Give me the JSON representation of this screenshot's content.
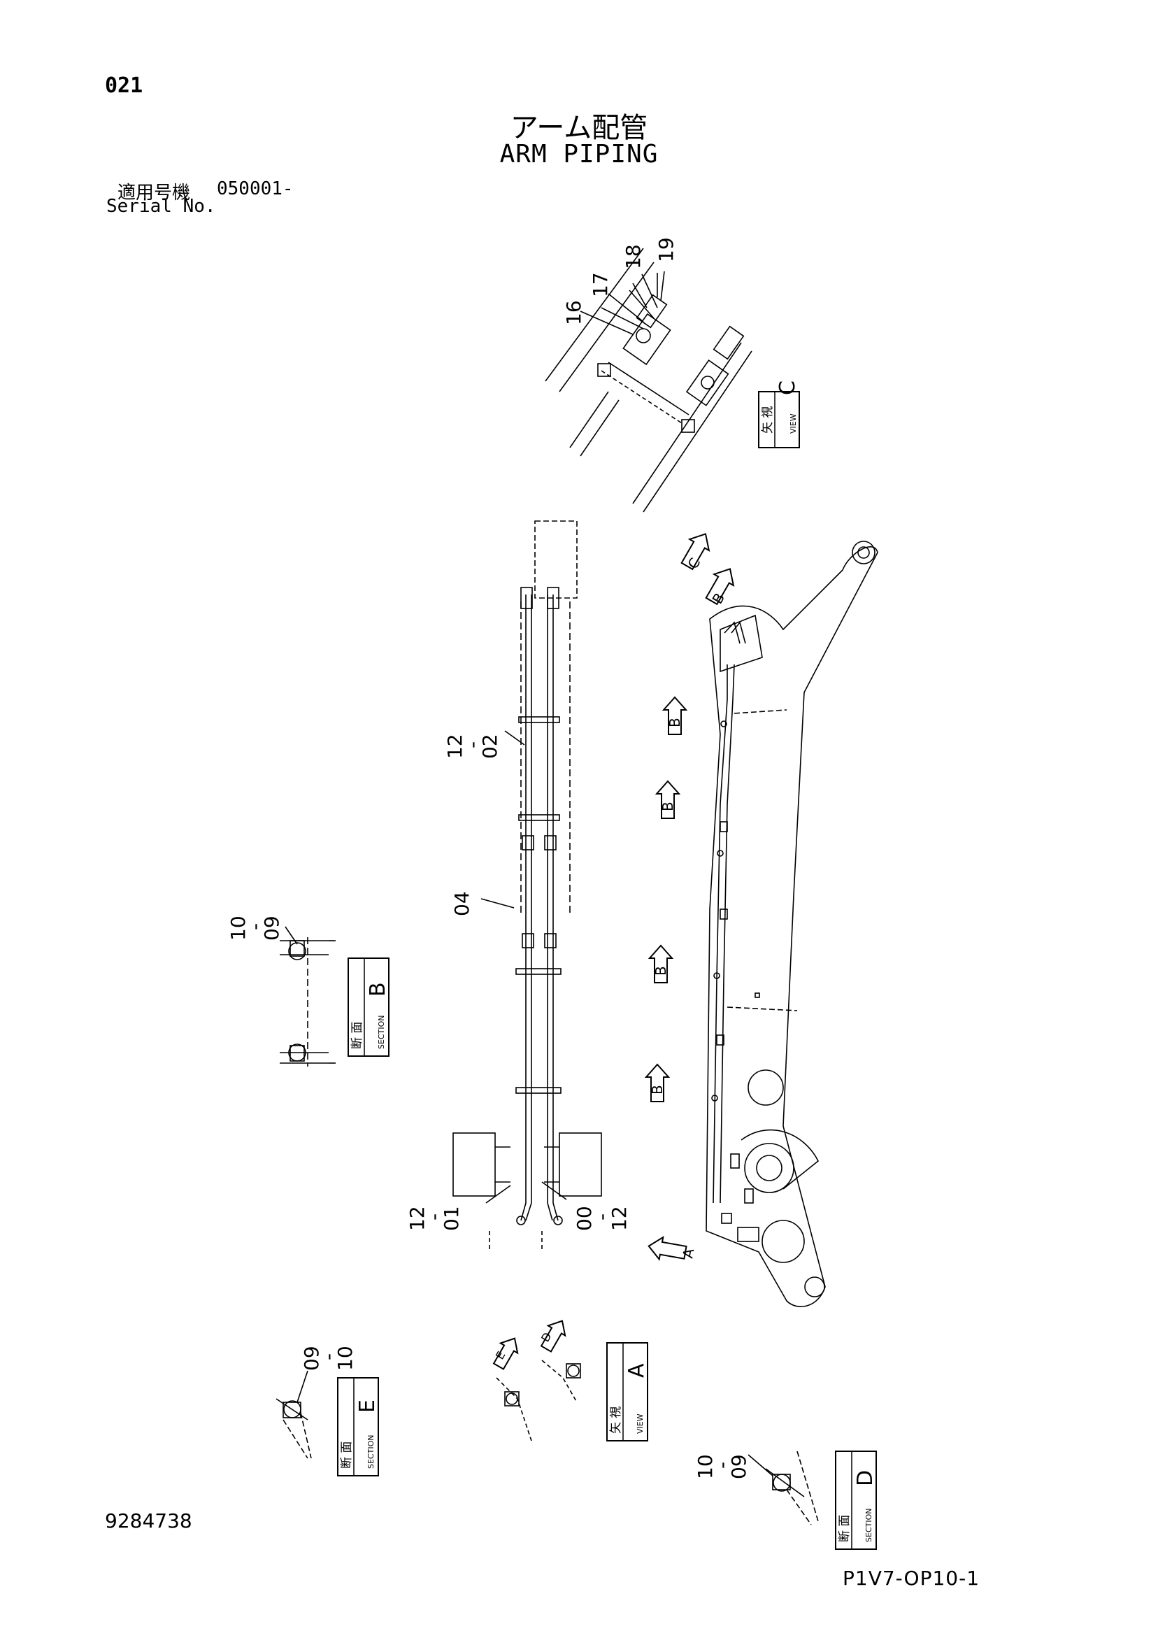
{
  "header": {
    "page_number": "021",
    "title_jp": "アーム配管",
    "title_en": "ARM PIPING",
    "serial_label_jp": "適用号機",
    "serial_value": "050001-",
    "serial_label_en": "Serial No."
  },
  "view_labels": {
    "view_c": {
      "jp": "矢 視",
      "en": "VIEW",
      "letter": "C"
    },
    "view_a": {
      "jp": "矢 視",
      "en": "VIEW",
      "letter": "A"
    },
    "section_b": {
      "jp": "断 面",
      "en": "SECTION",
      "letter": "B"
    },
    "section_e": {
      "jp": "断 面",
      "en": "SECTION",
      "letter": "E"
    },
    "section_d": {
      "jp": "断 面",
      "en": "SECTION",
      "letter": "D"
    }
  },
  "callouts": {
    "c16": "16",
    "c17": "17",
    "c18": "18",
    "c19": "19",
    "c12_02": [
      "12",
      "02"
    ],
    "c04": "04",
    "c12_01": [
      "12",
      "01"
    ],
    "c00_12": [
      "00",
      "12"
    ],
    "c10_09_b": [
      "10",
      "09"
    ],
    "c09_10_e": [
      "09",
      "10"
    ],
    "c10_09_d": [
      "10",
      "09"
    ]
  },
  "arrows": {
    "c": "C",
    "b": "B",
    "a": "A",
    "d": "D",
    "e": "E"
  },
  "footer": {
    "document_number": "9284738",
    "drawing_code": "P1V7-OP10-1"
  }
}
